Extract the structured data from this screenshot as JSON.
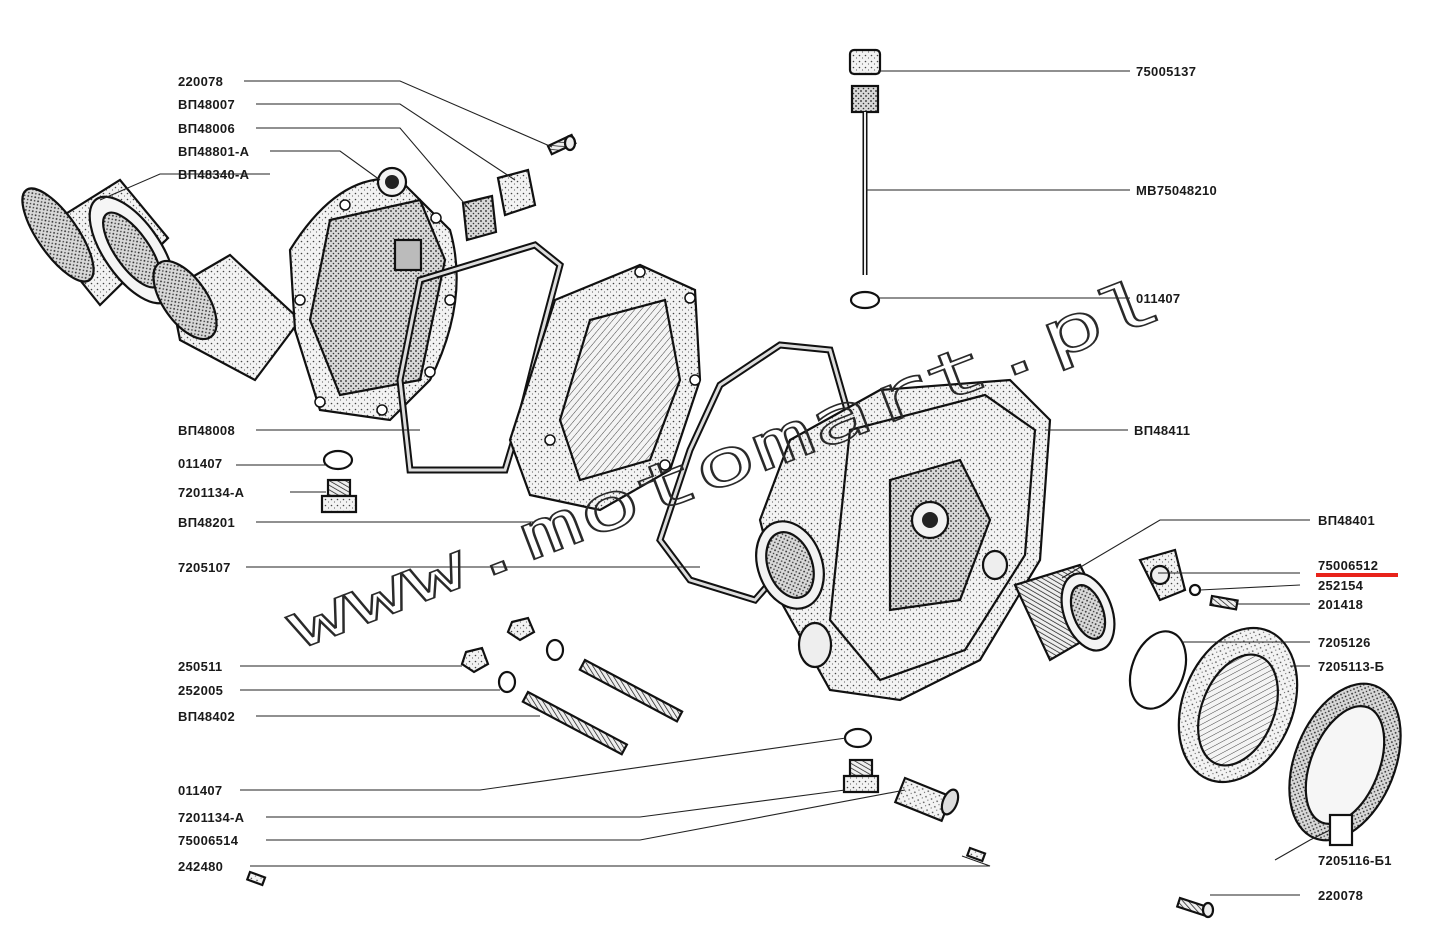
{
  "labels": {
    "p220078_top": "220078",
    "p48007": "ВП48007",
    "p48006": "ВП48006",
    "p48801": "ВП48801-А",
    "p48340": "ВП48340-А",
    "p48008": "ВП48008",
    "p011407_l": "011407",
    "p7201134_l": "7201134-А",
    "p48201": "ВП48201",
    "p7205107": "7205107",
    "p250511": "250511",
    "p252005": "252005",
    "p48402": "ВП48402",
    "p011407_b": "011407",
    "p7201134_b": "7201134-А",
    "p75006514": "75006514",
    "p242480": "242480",
    "p75005137": "75005137",
    "pMB75048210": "МВ75048210",
    "p011407_r": "011407",
    "p48411": "ВП48411",
    "p48401": "ВП48401",
    "p75006512": "75006512",
    "p252154": "252154",
    "p201418": "201418",
    "p7205126": "7205126",
    "p7205113": "7205113-Б",
    "p7205116": "7205116-Б1",
    "p220078_bot": "220078"
  },
  "watermark": "www.motomart.pl",
  "colors": {
    "highlight": "#e8231a",
    "ink": "#1a1a1a"
  }
}
